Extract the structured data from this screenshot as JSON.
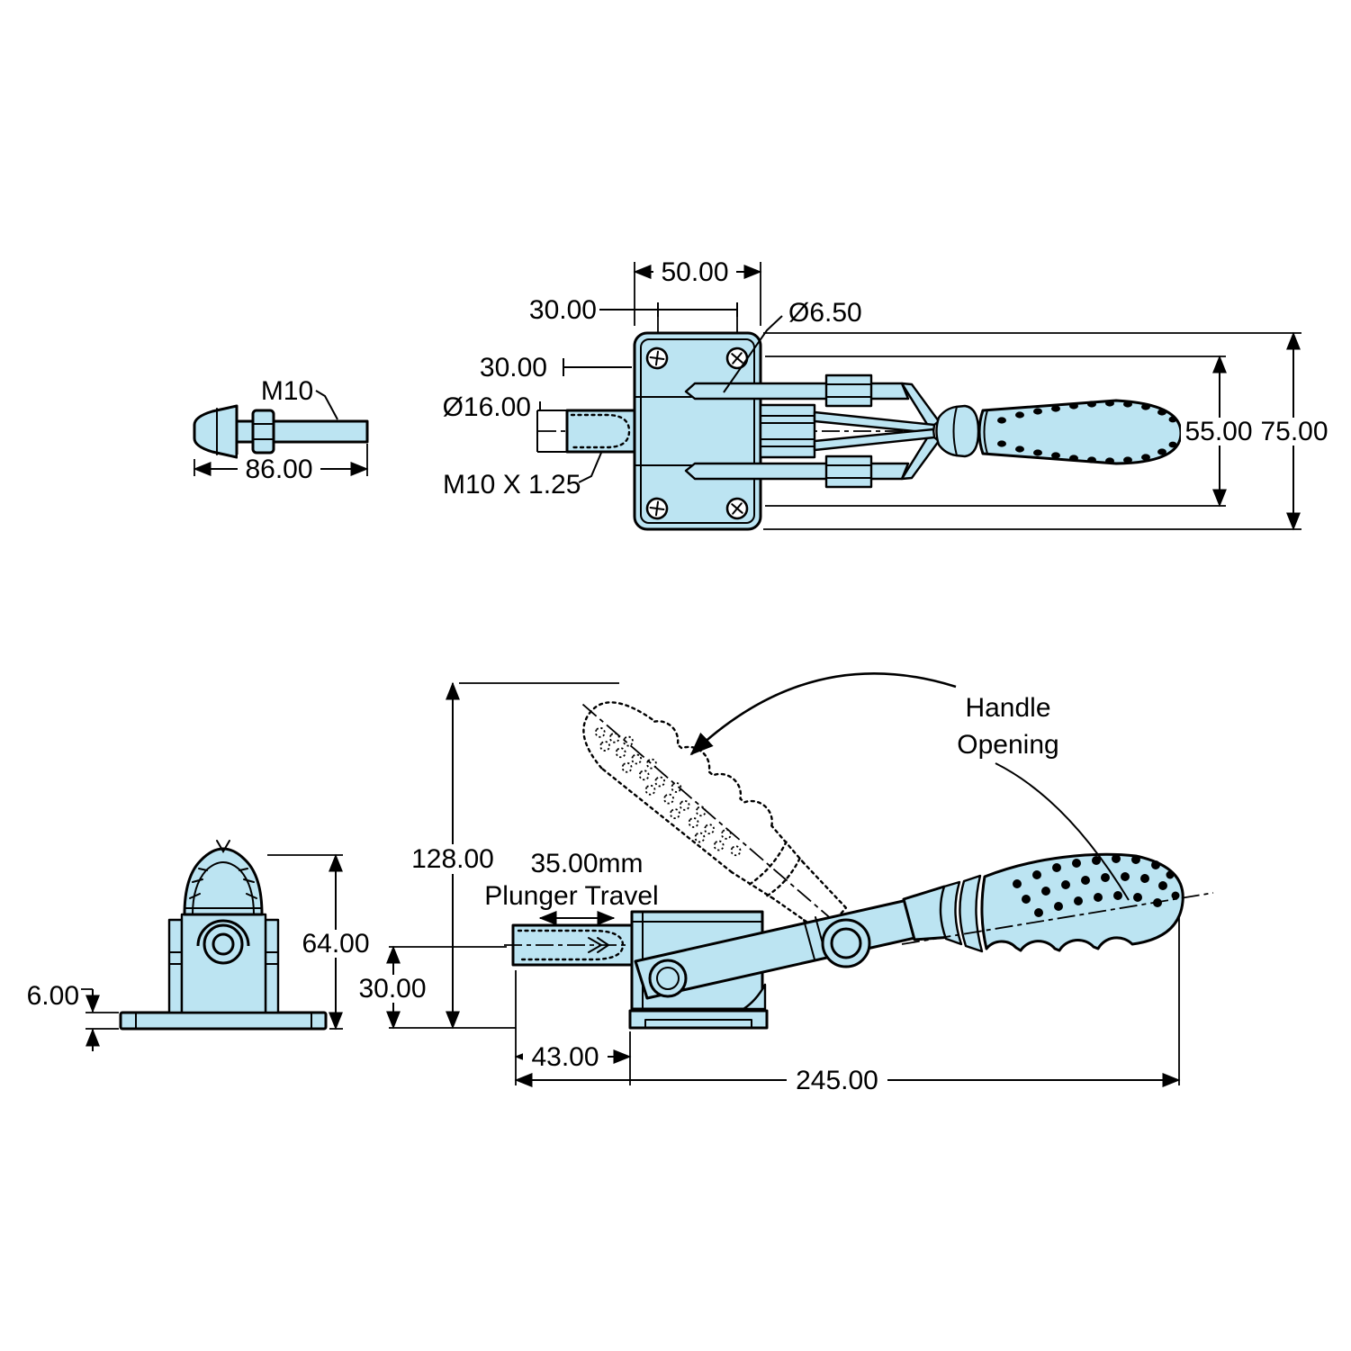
{
  "drawing": {
    "type": "engineering-drawing",
    "subject": "Push-pull toggle clamp with M10 spindle",
    "colors": {
      "part_fill": "#bce4f2",
      "line": "#000000",
      "background": "#ffffff"
    },
    "spindle_view": {
      "thread_label": "M10",
      "overall_length": "86.00"
    },
    "top_view": {
      "plate_width": "50.00",
      "hole_spacing": "30.00",
      "hole_diameter": "Ø6.50",
      "plate_edge_offset": "30.00",
      "plunger_diameter": "Ø16.00",
      "plunger_thread": "M10 X 1.25",
      "handle_height": "55.00",
      "overall_height": "75.00"
    },
    "end_view": {
      "base_plate_thickness": "6.00",
      "overall_height": "64.00"
    },
    "side_view": {
      "handle_open_height": "128.00",
      "plunger_travel_value": "35.00mm",
      "plunger_travel_caption": "Plunger Travel",
      "plunger_center_height": "30.00",
      "base_length": "43.00",
      "overall_length": "245.00",
      "handle_opening_line1": "Handle",
      "handle_opening_line2": "Opening"
    }
  }
}
